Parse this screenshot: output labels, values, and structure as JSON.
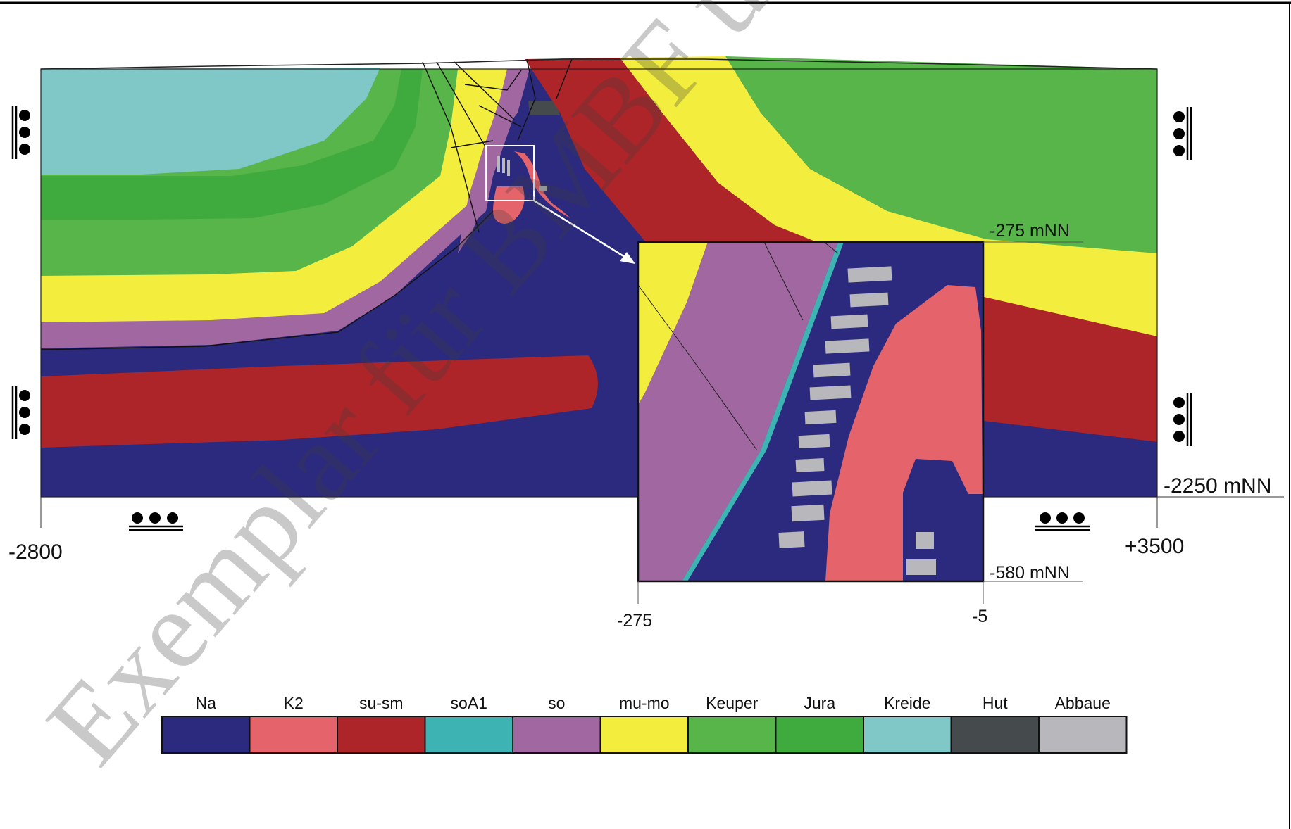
{
  "section": {
    "x_left_label": "-2800",
    "x_right_label": "+3500",
    "depth_label": "-2250 mNN"
  },
  "inset": {
    "top_depth_label": "-275 mNN",
    "bottom_depth_label": "-580 mNN",
    "x_left_label": "-275",
    "x_right_label": "-5"
  },
  "legend": {
    "items": [
      {
        "label": "Na",
        "color": "#2b2a7e"
      },
      {
        "label": "K2",
        "color": "#e5636a"
      },
      {
        "label": "su-sm",
        "color": "#ad2529"
      },
      {
        "label": "soA1",
        "color": "#3db3b4"
      },
      {
        "label": "so",
        "color": "#a067a0"
      },
      {
        "label": "mu-mo",
        "color": "#f3ee3e"
      },
      {
        "label": "Keuper",
        "color": "#57b54a"
      },
      {
        "label": "Jura",
        "color": "#3fab3e"
      },
      {
        "label": "Kreide",
        "color": "#80c8c8"
      },
      {
        "label": "Hut",
        "color": "#454a4c"
      },
      {
        "label": "Abbaue",
        "color": "#b8b8bc"
      }
    ]
  },
  "watermark": "Exemplar für BMBF und BMU"
}
